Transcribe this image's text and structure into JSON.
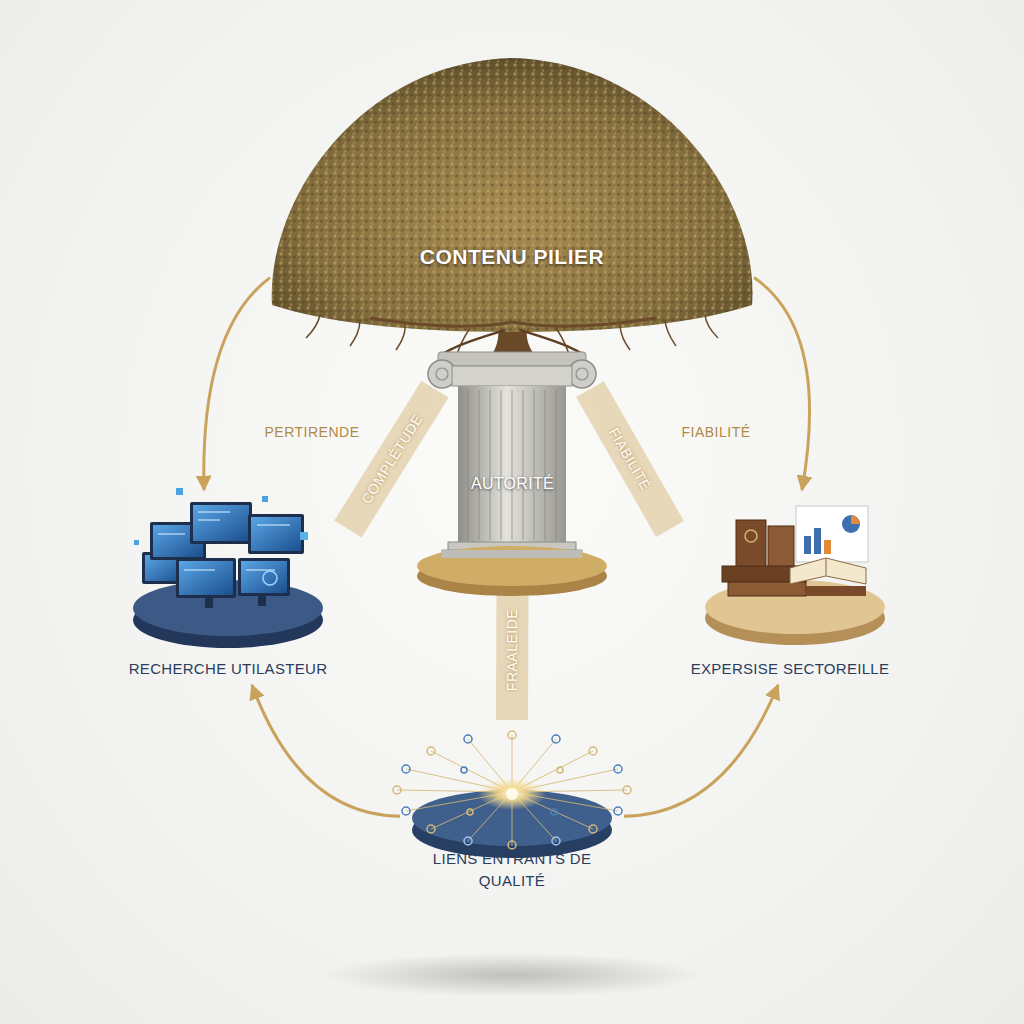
{
  "diagram": {
    "nodes": [
      {
        "text": [
          "CONTENU PILIER"
        ]
      },
      {
        "text": [
          "AUTORITÉ"
        ]
      },
      {
        "text": [
          "RECHERCHE UTILASTEUR"
        ]
      },
      {
        "text": [
          "EXPERSISE SECTOREILLE"
        ]
      },
      {
        "text": [
          "LIENS ENTRANTS DE QUALITÉ"
        ]
      }
    ],
    "edges": [
      {
        "from": 0,
        "to": 2,
        "arrow": "to",
        "label": "PERTIRENDE"
      },
      {
        "from": 0,
        "to": 3,
        "arrow": "to",
        "label": "FIABILITÉ"
      },
      {
        "from": 1,
        "to": 2,
        "arrow": "none",
        "label": "COMPLÉTUDE"
      },
      {
        "from": 1,
        "to": 3,
        "arrow": "none",
        "label": "FIABILITÉ"
      },
      {
        "from": 1,
        "to": 4,
        "arrow": "none",
        "label": "FRAALEIDE"
      },
      {
        "from": 4,
        "to": 2,
        "arrow": "to"
      },
      {
        "from": 4,
        "to": 3,
        "arrow": "to"
      }
    ]
  }
}
